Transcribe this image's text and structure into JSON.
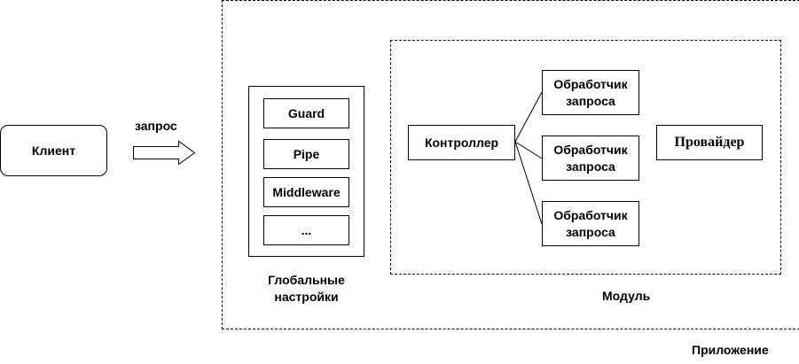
{
  "client": {
    "label": "Клиент"
  },
  "request": {
    "label": "запрос"
  },
  "application": {
    "label": "Приложение"
  },
  "global_settings": {
    "items": [
      "Guard",
      "Pipe",
      "Middleware",
      "..."
    ],
    "label_line1": "Глобальные",
    "label_line2": "настройки"
  },
  "module": {
    "label": "Модуль",
    "controller": "Контроллер",
    "handlers": [
      {
        "line1": "Обработчик",
        "line2": "запроса"
      },
      {
        "line1": "Обработчик",
        "line2": "запроса"
      },
      {
        "line1": "Обработчик",
        "line2": "запроса"
      }
    ],
    "provider": "Провайдер"
  }
}
